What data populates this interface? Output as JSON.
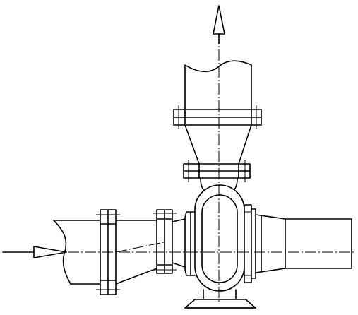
{
  "diagram": {
    "colors": {
      "line": "#000000",
      "background": "#ffffff"
    },
    "components": [
      "inlet-flow-arrow",
      "inlet-pipe",
      "inlet-flange-left",
      "inlet-reducer",
      "inlet-flange-right",
      "pump-casing",
      "pump-bearing-housing",
      "motor-shaft-housing",
      "pump-base",
      "discharge-flange-lower",
      "discharge-expander",
      "discharge-flange-upper",
      "discharge-pipe",
      "outlet-flow-arrow"
    ]
  }
}
